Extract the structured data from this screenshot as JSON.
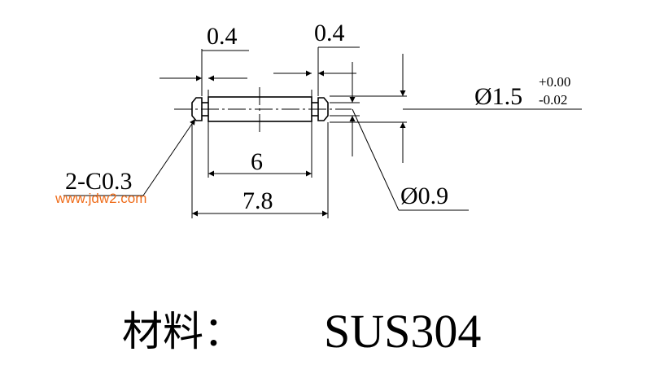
{
  "dimensions": {
    "left_chamfer_width": "0.4",
    "right_chamfer_width": "0.4",
    "body_length": "6",
    "total_length": "7.8",
    "outer_diameter": "Ø1.5",
    "outer_diameter_tol_upper": "+0.00",
    "outer_diameter_tol_lower": "-0.02",
    "neck_diameter": "Ø0.9",
    "chamfer": "2-C0.3"
  },
  "watermark": "www.jdw2.com",
  "material": {
    "label": "材料：",
    "value": "SUS304"
  }
}
